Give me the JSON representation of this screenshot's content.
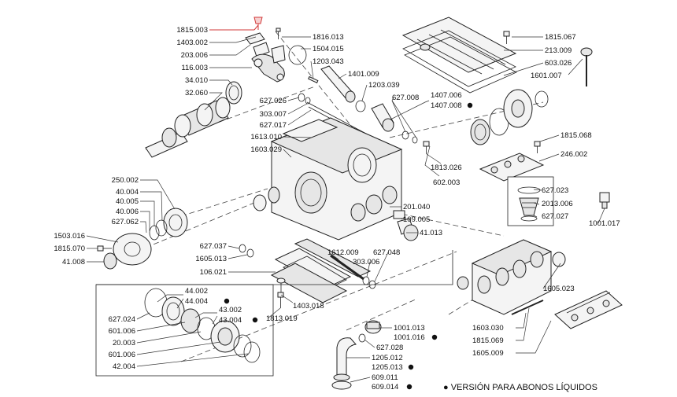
{
  "diagram": {
    "footnote": "● VERSIÓN PARA ABONOS LÍQUIDOS",
    "highlight_color": "#d23a3a",
    "labels": {
      "l1815_003": "1815.003",
      "l1403_002": "1403.002",
      "l203_006": "203.006",
      "l116_003": "116.003",
      "l34_010": "34.010",
      "l32_060": "32.060",
      "l1816_013": "1816.013",
      "l1504_015": "1504.015",
      "l1203_043": "1203.043",
      "l1401_009": "1401.009",
      "l1203_039": "1203.039",
      "l627_026": "627.026",
      "l303_007": "303.007",
      "l627_017": "627.017",
      "l627_008": "627.008",
      "l1407_006": "1407.006",
      "l1407_008": "1407.008",
      "l1613_010": "1613.010",
      "l1603_029": "1603.029",
      "l1815_067": "1815.067",
      "l213_009": "213.009",
      "l603_026": "603.026",
      "l1601_007": "1601.007",
      "l1815_068": "1815.068",
      "l246_002": "246.002",
      "l1813_026": "1813.026",
      "l602_003": "602.003",
      "l627_023": "627.023",
      "l2013_006": "2013.006",
      "l627_027": "627.027",
      "l1001_017": "1001.017",
      "l250_002": "250.002",
      "l40_004": "40.004",
      "l40_005": "40.005",
      "l40_006": "40.006",
      "l627_062": "627.062",
      "l1503_016": "1503.016",
      "l1815_070": "1815.070",
      "l41_008": "41.008",
      "l201_040": "201.040",
      "l109_005": "109.005",
      "l41_013": "41.013",
      "l627_037": "627.037",
      "l1605_013": "1605.013",
      "l1612_009": "1612.009",
      "l627_048": "627.048",
      "l303_006": "303.006",
      "l106_021": "106.021",
      "l1403_018": "1403.018",
      "l1813_019": "1813.019",
      "l44_002": "44.002",
      "l44_004": "44.004",
      "l43_002": "43.002",
      "l43_004": "43.004",
      "l627_024": "627.024",
      "l601_006a": "601.006",
      "l20_003": "20.003",
      "l601_006b": "601.006",
      "l42_004": "42.004",
      "l1605_023": "1605.023",
      "l1603_030": "1603.030",
      "l1815_069": "1815.069",
      "l1605_009": "1605.009",
      "l1001_013": "1001.013",
      "l1001_016": "1001.016",
      "l627_028": "627.028",
      "l1205_012": "1205.012",
      "l1205_013": "1205.013",
      "l609_011": "609.011",
      "l609_014": "609.014"
    }
  }
}
